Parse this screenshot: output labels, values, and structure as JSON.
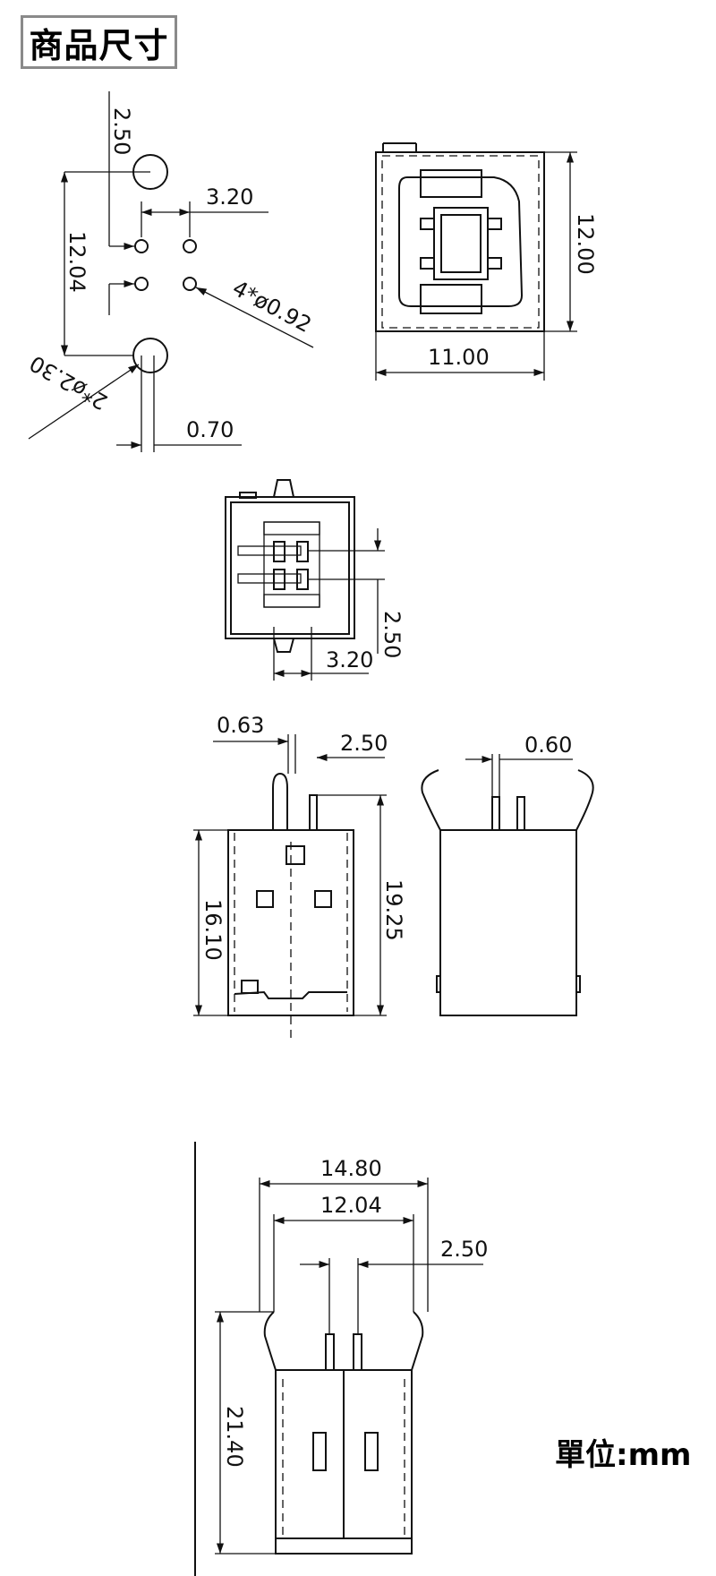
{
  "title": "商品尺寸",
  "unit": "單位:mm",
  "footprint": {
    "dims": [
      "2.50",
      "3.20",
      "12.04",
      "4*ø0.92",
      "2*ø2.30",
      "0.70"
    ]
  },
  "front_view": {
    "dims": [
      "12.00",
      "11.00"
    ]
  },
  "bottom_view": {
    "dims": [
      "2.50",
      "3.20"
    ]
  },
  "side_views": {
    "dims": [
      "0.63",
      "2.50",
      "16.10",
      "19.25",
      "0.60"
    ]
  },
  "top_view": {
    "dims": [
      "14.80",
      "12.04",
      "2.50",
      "21.40"
    ]
  }
}
